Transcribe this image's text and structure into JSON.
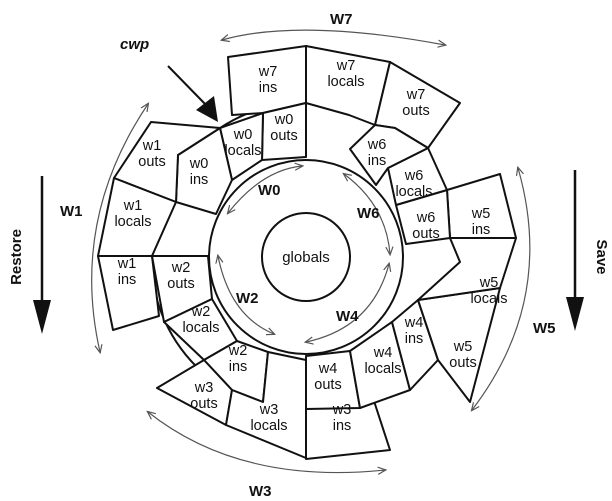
{
  "diagram": {
    "center_label": "globals",
    "cwp_label": "cwp",
    "save_label": "Save",
    "restore_label": "Restore",
    "window_labels": {
      "w0": "W0",
      "w1": "W1",
      "w2": "W2",
      "w3": "W3",
      "w4": "W4",
      "w5": "W5",
      "w6": "W6",
      "w7": "W7"
    },
    "cells": [
      {
        "id": "w7-ins",
        "l1": "w7",
        "l2": "ins"
      },
      {
        "id": "w7-locals",
        "l1": "w7",
        "l2": "locals"
      },
      {
        "id": "w7-outs",
        "l1": "w7",
        "l2": "outs"
      },
      {
        "id": "w0-outs",
        "l1": "w0",
        "l2": "outs"
      },
      {
        "id": "w0-locals",
        "l1": "w0",
        "l2": "locals"
      },
      {
        "id": "w0-ins",
        "l1": "w0",
        "l2": "ins"
      },
      {
        "id": "w1-outs",
        "l1": "w1",
        "l2": "outs"
      },
      {
        "id": "w1-locals",
        "l1": "w1",
        "l2": "locals"
      },
      {
        "id": "w1-ins",
        "l1": "w1",
        "l2": "ins"
      },
      {
        "id": "w2-outs",
        "l1": "w2",
        "l2": "outs"
      },
      {
        "id": "w2-locals",
        "l1": "w2",
        "l2": "locals"
      },
      {
        "id": "w2-ins",
        "l1": "w2",
        "l2": "ins"
      },
      {
        "id": "w3-outs",
        "l1": "w3",
        "l2": "outs"
      },
      {
        "id": "w3-locals",
        "l1": "w3",
        "l2": "locals"
      },
      {
        "id": "w3-ins",
        "l1": "w3",
        "l2": "ins"
      },
      {
        "id": "w4-outs",
        "l1": "w4",
        "l2": "outs"
      },
      {
        "id": "w4-locals",
        "l1": "w4",
        "l2": "locals"
      },
      {
        "id": "w4-ins",
        "l1": "w4",
        "l2": "ins"
      },
      {
        "id": "w5-outs",
        "l1": "w5",
        "l2": "outs"
      },
      {
        "id": "w5-locals",
        "l1": "w5",
        "l2": "locals"
      },
      {
        "id": "w5-ins",
        "l1": "w5",
        "l2": "ins"
      },
      {
        "id": "w6-outs",
        "l1": "w6",
        "l2": "outs"
      },
      {
        "id": "w6-locals",
        "l1": "w6",
        "l2": "locals"
      },
      {
        "id": "w6-ins",
        "l1": "w6",
        "l2": "ins"
      }
    ]
  }
}
